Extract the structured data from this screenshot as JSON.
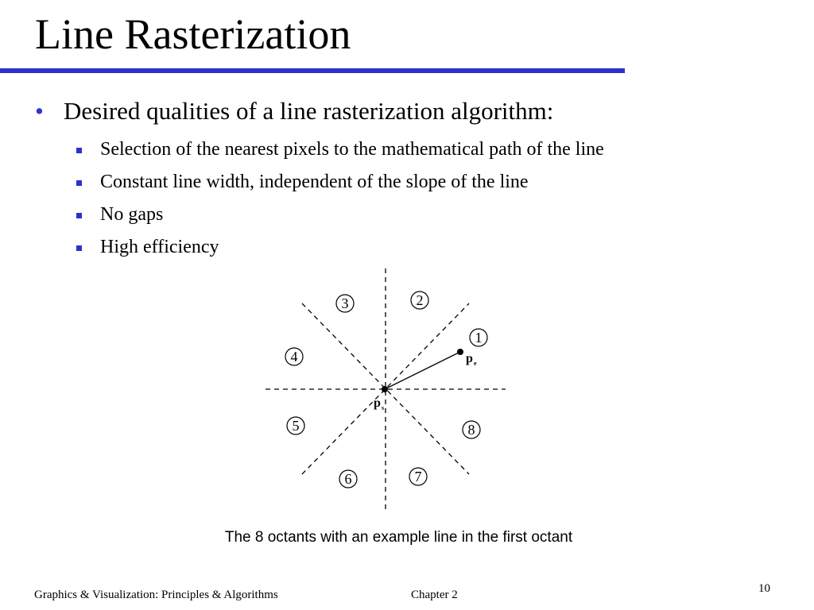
{
  "slide": {
    "title": "Line Rasterization",
    "bullet": "Desired qualities of a line rasterization algorithm:",
    "bullet_marker": "•",
    "sub_bullets": [
      "Selection of the nearest pixels to the mathematical path of the line",
      "Constant line width, independent of the slope of the line",
      "No gaps",
      "High efficiency"
    ],
    "accent_color": "#2f2fd0"
  },
  "figure": {
    "octant_labels": [
      "1",
      "2",
      "3",
      "4",
      "5",
      "6",
      "7",
      "8"
    ],
    "start_point_label": "p",
    "start_point_subscript": "s",
    "end_point_label": "p",
    "end_point_subscript": "e",
    "caption": "The 8 octants with an example line in the first octant"
  },
  "footer": {
    "left": "Graphics & Visualization: Principles & Algorithms",
    "center": "Chapter 2",
    "page_number": "10"
  }
}
